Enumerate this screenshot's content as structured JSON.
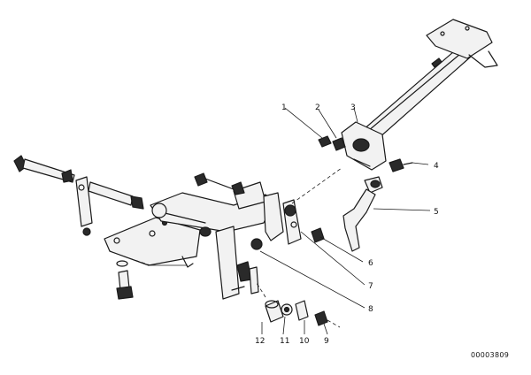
{
  "callouts": [
    {
      "id": "1",
      "label": "1"
    },
    {
      "id": "2",
      "label": "2"
    },
    {
      "id": "3",
      "label": "3"
    },
    {
      "id": "4",
      "label": "4"
    },
    {
      "id": "5",
      "label": "5"
    },
    {
      "id": "6",
      "label": "6"
    },
    {
      "id": "7",
      "label": "7"
    },
    {
      "id": "8",
      "label": "8"
    },
    {
      "id": "9",
      "label": "9"
    },
    {
      "id": "10",
      "label": "10"
    },
    {
      "id": "11",
      "label": "11"
    },
    {
      "id": "12",
      "label": "12"
    }
  ],
  "catalog_number": "00003809"
}
